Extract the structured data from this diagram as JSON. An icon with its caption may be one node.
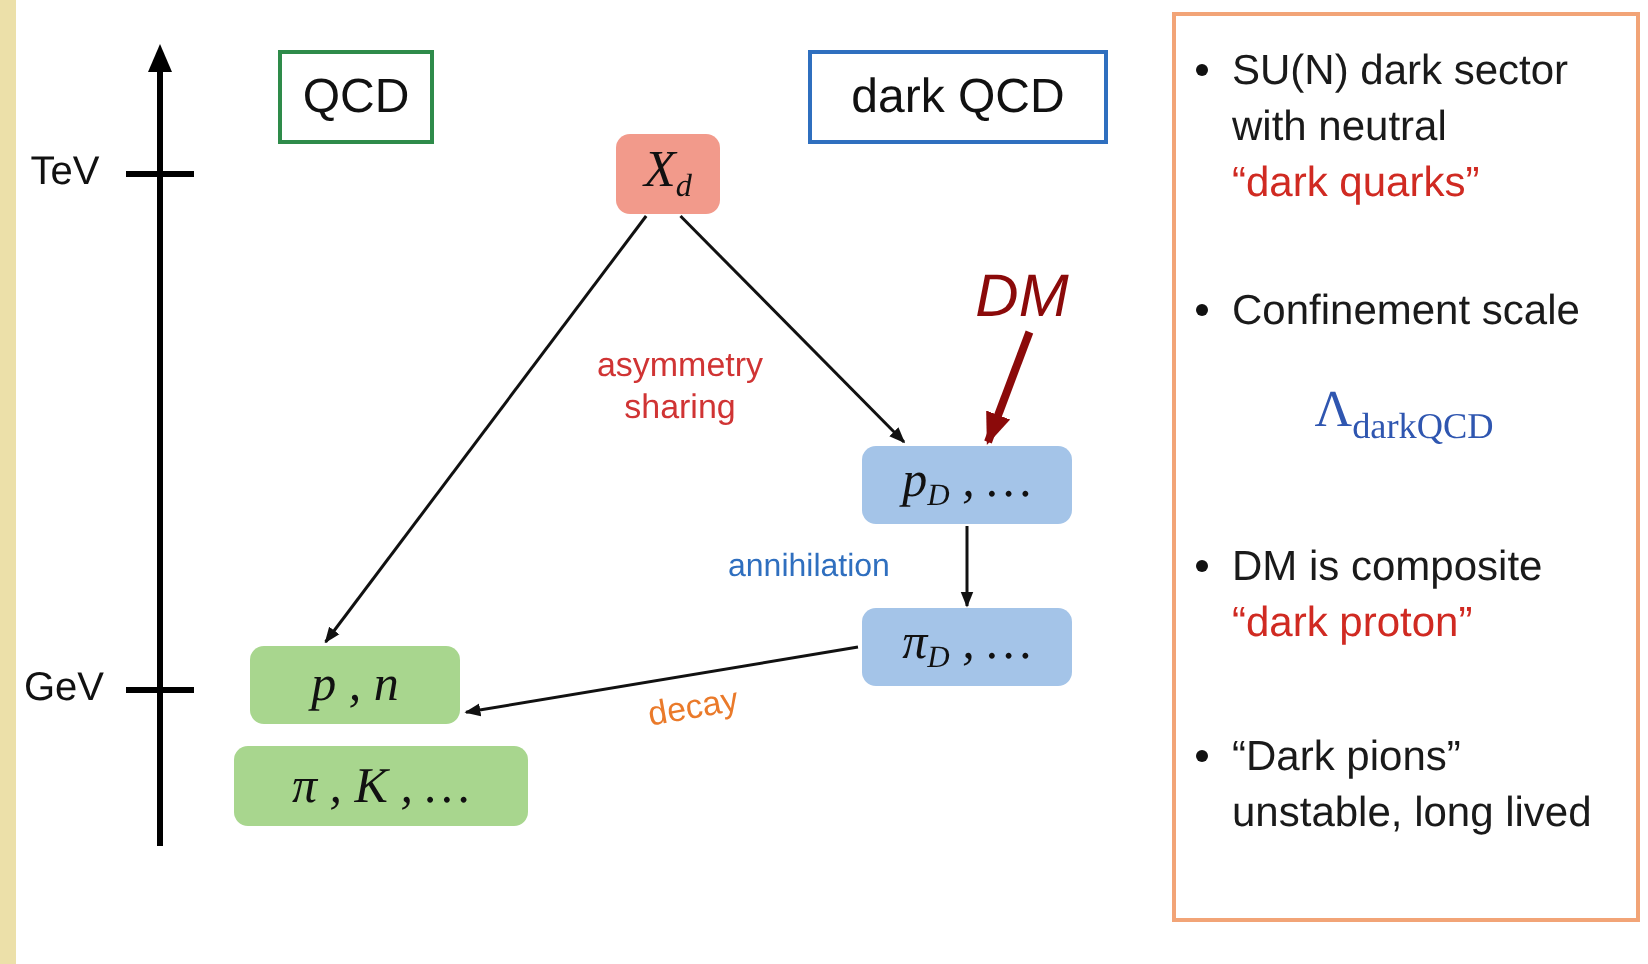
{
  "diagram": {
    "nodes": [
      {
        "text": [
          "QCD"
        ]
      },
      {
        "text": [
          "dark QCD"
        ]
      },
      {
        "text": [
          "X$_{d}$"
        ]
      },
      {
        "text": [
          "p , n"
        ]
      },
      {
        "text": [
          "π , K , …"
        ]
      },
      {
        "text": [
          "p$_{D}$ , …"
        ]
      },
      {
        "text": [
          "π$_{D}$ , …"
        ]
      },
      {
        "text": [
          "DM"
        ]
      },
      {
        "text": [
          "SU(N) dark sector with neutral",
          "“dark quarks”",
          "Confinement scale",
          "Λ$_{darkQCD}$",
          "DM is composite",
          "“dark proton”",
          "“Dark pions” unstable, long lived"
        ]
      }
    ],
    "edges": [
      {
        "from": 2,
        "to": 3,
        "arrow": "to"
      },
      {
        "from": 2,
        "to": 5,
        "arrow": "to"
      },
      {
        "from": 5,
        "to": 6,
        "arrow": "to",
        "label": "annihilation"
      },
      {
        "from": 6,
        "to": 3,
        "arrow": "to",
        "label": "decay"
      },
      {
        "from": 7,
        "to": 5,
        "arrow": "to",
        "style": "thick",
        "color": "#8b0a0a"
      }
    ],
    "labels": [
      "TeV",
      "GeV",
      "asymmetry sharing"
    ]
  }
}
